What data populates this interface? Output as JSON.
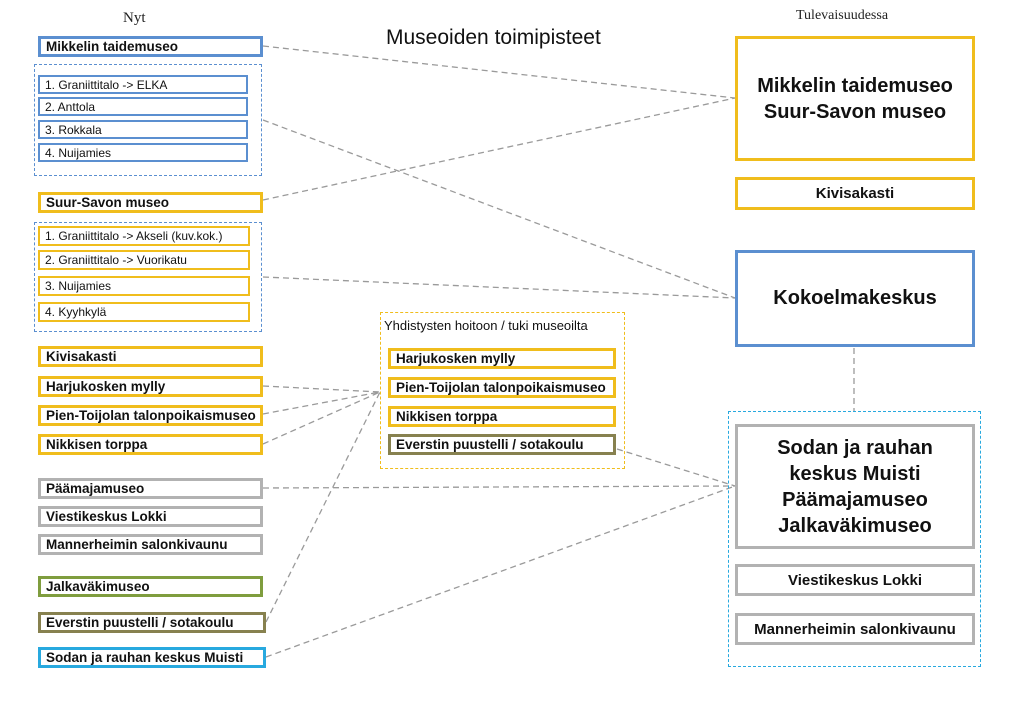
{
  "header": {
    "now_label": "Nyt",
    "title": "Museoiden toimipisteet",
    "future_label": "Tulevaisuudessa"
  },
  "left": {
    "mikkeli_art": "Mikkelin taidemuseo",
    "mikkeli_sub": [
      "1. Graniittitalo -> ELKA",
      "2. Anttola",
      "3. Rokkala",
      "4. Nuijamies"
    ],
    "suur_savo": "Suur-Savon museo",
    "suur_savo_sub": [
      "1. Graniittitalo -> Akseli (kuv.kok.)",
      "2. Graniittitalo -> Vuorikatu",
      "3. Nuijamies",
      "4. Kyyhkylä"
    ],
    "kivisakasti": "Kivisakasti",
    "harjukoski": "Harjukosken mylly",
    "pien_toijola": "Pien-Toijolan talonpoikaismuseo",
    "nikkinen": "Nikkisen torppa",
    "paamaja": "Päämajamuseo",
    "lokki": "Viestikeskus Lokki",
    "mannerheim": "Mannerheimin salonkivaunu",
    "jalkavaki": "Jalkaväkimuseo",
    "everstin": "Everstin puustelli / sotakoulu",
    "sodan": "Sodan ja rauhan keskus Muisti"
  },
  "middle": {
    "group_label": "Yhdistysten hoitoon / tuki museoilta",
    "items": [
      "Harjukosken mylly",
      "Pien-Toijolan talonpoikaismuseo",
      "Nikkisen torppa",
      "Everstin puustelli / sotakoulu"
    ]
  },
  "right": {
    "combined": [
      "Mikkelin taidemuseo",
      "Suur-Savon museo"
    ],
    "kivisakasti": "Kivisakasti",
    "kokoelma": "Kokoelmakeskus",
    "muisti": [
      "Sodan ja rauhan",
      "keskus Muisti",
      "Päämajamuseo",
      "Jalkaväkimuseo"
    ],
    "lokki": "Viestikeskus Lokki",
    "mannerheim": "Mannerheimin salonkivaunu"
  },
  "colors": {
    "blue": "#5b8fd0",
    "yellow": "#f0bd1c",
    "gray": "#b2b2b2",
    "green": "#7f9d3e",
    "olive": "#87814f",
    "cyan": "#28a9df",
    "connector": "#9a9a9a"
  }
}
